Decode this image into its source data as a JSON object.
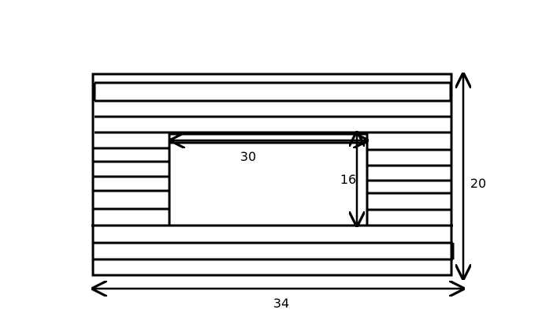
{
  "diagram": {
    "labels": {
      "overall_width": "34",
      "overall_height": "20",
      "opening_width": "30",
      "opening_height": "16"
    },
    "colors": {
      "stroke": "#000000",
      "background": "#ffffff"
    }
  }
}
